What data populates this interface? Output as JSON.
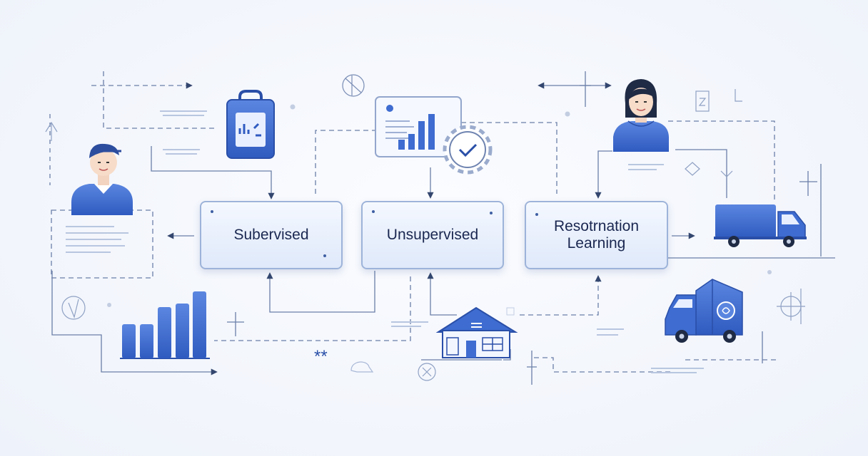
{
  "nodes": {
    "supervised": "Subervised",
    "unsupervised": "Unsupervised",
    "reinforcement": "Resotrnation\nLearning"
  },
  "decor": {
    "asterisks": "**"
  },
  "colors": {
    "accent": "#3e6cd0",
    "accent_dark": "#2a4fa8",
    "line": "#6b7fa8",
    "node_border": "#9db3d9",
    "text": "#1a2750"
  },
  "icons": [
    "man-avatar-icon",
    "woman-avatar-icon",
    "shopping-bag-icon",
    "dashboard-chart-icon",
    "gear-check-icon",
    "bar-chart-icon",
    "house-icon",
    "delivery-truck-icon",
    "box-truck-icon"
  ]
}
